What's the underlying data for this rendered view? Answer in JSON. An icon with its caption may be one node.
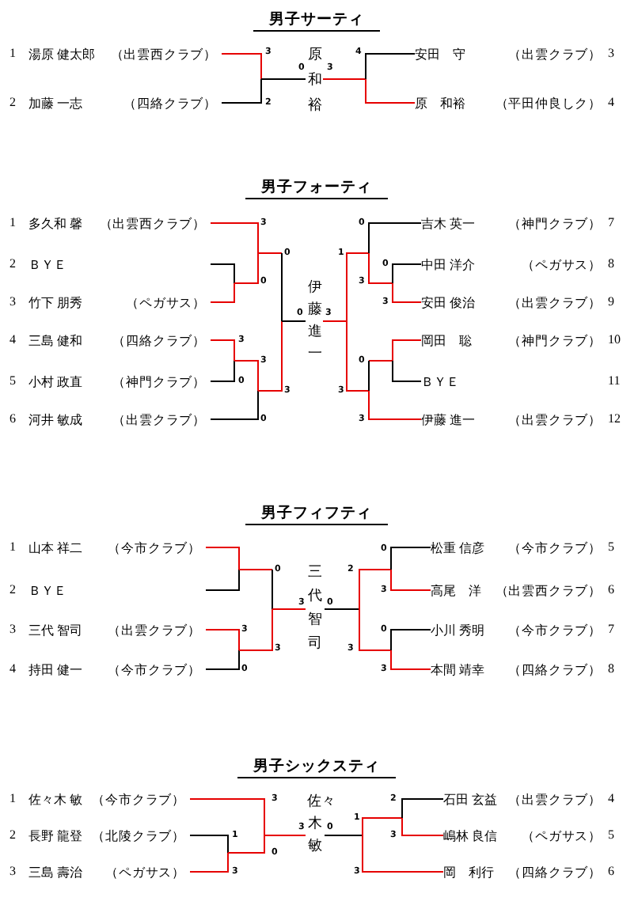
{
  "diagram": {
    "nodes": [
      {
        "text": [
          "湯原 健太郎",
          "（出雲西クラブ）"
        ],
        "beside": [
          "1"
        ]
      },
      {
        "text": [
          "加藤 一志",
          "（四絡クラブ）"
        ],
        "beside": [
          "2"
        ]
      },
      {
        "text": [
          "原和裕"
        ]
      },
      {
        "text": [
          "安田　守",
          "（出雲クラブ）"
        ],
        "beside": [
          "3"
        ]
      },
      {
        "text": [
          "原　和裕",
          "（平田仲良しク）"
        ],
        "beside": [
          "4"
        ]
      },
      {
        "text": [
          "多久和 馨",
          "（出雲西クラブ）"
        ],
        "beside": [
          "1"
        ]
      },
      {
        "text": [
          "ＢＹＥ"
        ],
        "beside": [
          "2"
        ]
      },
      {
        "text": [
          "竹下 朋秀",
          "（ペガサス）"
        ],
        "beside": [
          "3"
        ]
      },
      {
        "text": [
          "三島 健和",
          "（四絡クラブ）"
        ],
        "beside": [
          "4"
        ]
      },
      {
        "text": [
          "小村 政直",
          "（神門クラブ）"
        ],
        "beside": [
          "5"
        ]
      },
      {
        "text": [
          "河井 敏成",
          "（出雲クラブ）"
        ],
        "beside": [
          "6"
        ]
      },
      {
        "text": [
          "伊藤進一"
        ]
      },
      {
        "text": [
          "吉木 英一",
          "（神門クラブ）"
        ],
        "beside": [
          "7"
        ]
      },
      {
        "text": [
          "中田 洋介",
          "（ペガサス）"
        ],
        "beside": [
          "8"
        ]
      },
      {
        "text": [
          "安田 俊治",
          "（出雲クラブ）"
        ],
        "beside": [
          "9"
        ]
      },
      {
        "text": [
          "岡田　聡",
          "（神門クラブ）"
        ],
        "beside": [
          "10"
        ]
      },
      {
        "text": [
          "ＢＹＥ"
        ]
      },
      {
        "text": [
          "伊藤 進一",
          "（出雲クラブ）"
        ],
        "beside": [
          "12"
        ]
      },
      {
        "text": [
          "山本 祥二",
          "（今市クラブ）"
        ],
        "beside": [
          "1"
        ]
      },
      {
        "text": [
          "ＢＹＥ"
        ],
        "beside": [
          "2"
        ]
      },
      {
        "text": [
          "三代 智司",
          "（出雲クラブ）"
        ],
        "beside": [
          "3"
        ]
      },
      {
        "text": [
          "持田 健一",
          "（今市クラブ）"
        ],
        "beside": [
          "4"
        ]
      },
      {
        "text": [
          "三代智司"
        ]
      },
      {
        "text": [
          "松重 信彦",
          "（今市クラブ）"
        ],
        "beside": [
          "5"
        ]
      },
      {
        "text": [
          "高尾　洋",
          "（出雲西クラブ）"
        ],
        "beside": [
          "6"
        ]
      },
      {
        "text": [
          "小川 秀明",
          "（今市クラブ）"
        ],
        "beside": [
          "7"
        ]
      },
      {
        "text": [
          "本間 靖幸",
          "（四絡クラブ）"
        ],
        "beside": [
          "8"
        ]
      },
      {
        "text": [
          "佐々木 敏",
          "（今市クラブ）"
        ],
        "beside": [
          "1"
        ]
      },
      {
        "text": [
          "長野 龍登",
          "（北陵クラブ）"
        ],
        "beside": [
          "2"
        ]
      },
      {
        "text": [
          "三島 壽治",
          "（ペガサス）"
        ],
        "beside": [
          "3"
        ]
      },
      {
        "text": [
          "佐々木敏"
        ]
      },
      {
        "text": [
          "石田 玄益",
          "（出雲クラブ）"
        ],
        "beside": [
          "4"
        ]
      },
      {
        "text": [
          "嶋林 良信",
          "（ペガサス）"
        ],
        "beside": [
          "5"
        ]
      },
      {
        "text": [
          "岡　利行",
          "（四絡クラブ）"
        ],
        "beside": [
          "6"
        ]
      }
    ],
    "labels": [
      "男子サーティ",
      "3",
      "4",
      "0",
      "3",
      "2",
      "男子フォーティ",
      "3",
      "0",
      "0",
      "1",
      "0",
      "0",
      "3",
      "3",
      "0",
      "3",
      "3",
      "3",
      "0",
      "0",
      "3",
      "3",
      "0",
      "3",
      "11",
      "男子フィフティ",
      "0",
      "0",
      "2",
      "3",
      "3",
      "0",
      "3",
      "0",
      "3",
      "3",
      "0",
      "3",
      "男子シックスティ",
      "3",
      "2",
      "1",
      "3",
      "0",
      "1",
      "3",
      "0",
      "3",
      "3"
    ]
  }
}
